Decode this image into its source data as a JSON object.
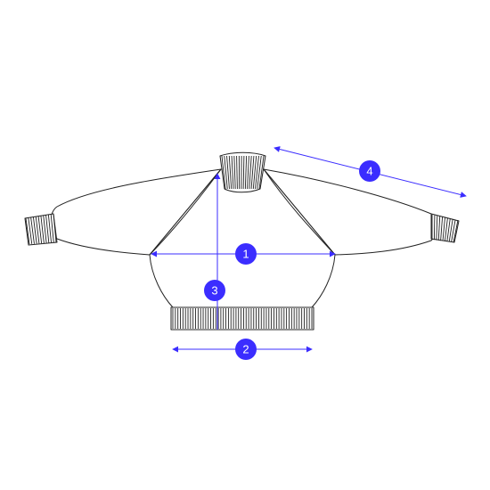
{
  "diagram": {
    "colors": {
      "accent": "#3b2dff",
      "outline": "#222222",
      "background": "#ffffff"
    },
    "measurements": [
      {
        "id": "chest",
        "number": "1"
      },
      {
        "id": "hem",
        "number": "2"
      },
      {
        "id": "length",
        "number": "3"
      },
      {
        "id": "sleeve",
        "number": "4"
      }
    ]
  }
}
